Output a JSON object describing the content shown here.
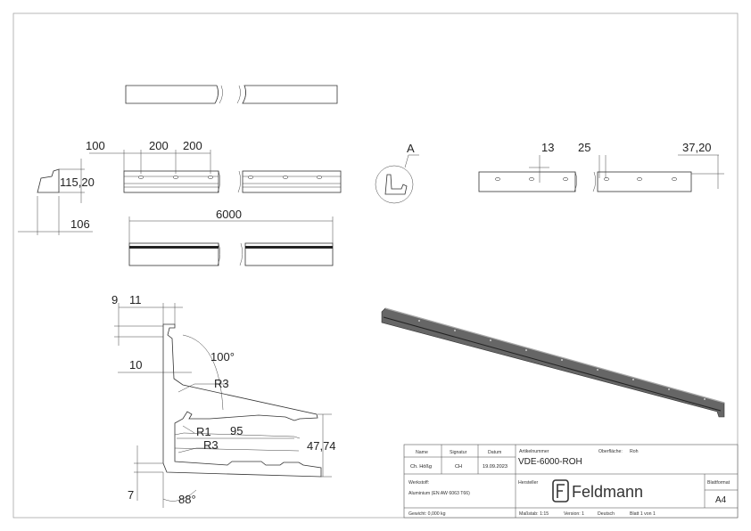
{
  "dimensions": {
    "front_100": "100",
    "front_200a": "200",
    "front_200b": "200",
    "side_height": "115,20",
    "side_depth": "106",
    "length": "6000",
    "detail_label": "A",
    "right_13": "13",
    "right_25": "25",
    "right_3720": "37,20",
    "sec_9": "9",
    "sec_11": "11",
    "sec_100deg": "100°",
    "sec_10": "10",
    "sec_r3a": "R3",
    "sec_r1": "R1",
    "sec_95": "95",
    "sec_r3b": "R3",
    "sec_4774": "47,74",
    "sec_7": "7",
    "sec_88deg": "88°"
  },
  "title_block": {
    "name_label": "Name",
    "signature_label": "Signatur",
    "date_label": "Datum",
    "article_label": "Artikelnummer",
    "surface_label": "Oberfläche:",
    "surface_value": "Roh",
    "name_value": "Ch. Hößg",
    "signature_value": "CH",
    "date_value": "19.09.2023",
    "article_value": "VDE-6000-ROH",
    "material_label": "Werkstoff:",
    "material_value": "Aluminium (EN AW 6063 T66)",
    "manufacturer_label": "Hersteller",
    "brand": "Feldmann",
    "format_label": "Blattformat",
    "format_value": "A4",
    "weight": "Gewicht: 0,000 kg",
    "scale": "Maßstab: 1:15",
    "version": "Version: 1",
    "language": "Deutsch",
    "sheet": "Blatt 1 von 1"
  },
  "colors": {
    "line": "#333333",
    "paper": "#ffffff",
    "shade": "#555555"
  },
  "icons": [
    "feldmann-logo-icon"
  ]
}
